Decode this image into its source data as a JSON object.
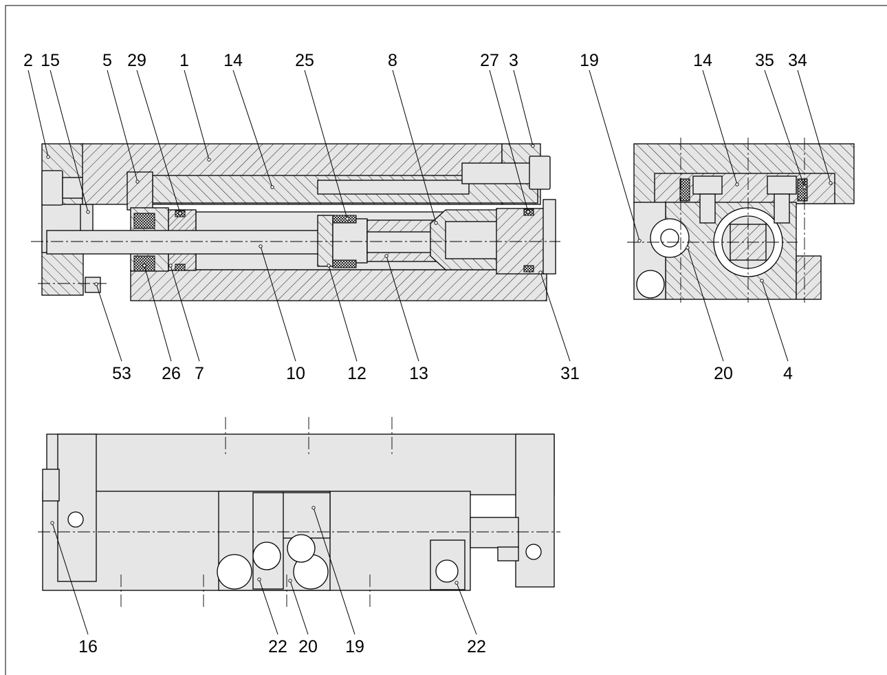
{
  "labels": {
    "top": [
      "2",
      "15",
      "5",
      "29",
      "1",
      "14",
      "25",
      "8",
      "27",
      "3",
      "19",
      "14",
      "35",
      "34"
    ],
    "middle": [
      "53",
      "26",
      "7",
      "10",
      "12",
      "13",
      "31",
      "20",
      "4"
    ],
    "bottom": [
      "16",
      "22",
      "20",
      "19",
      "22"
    ]
  },
  "colors": {
    "line": "#000000",
    "fill": "#e6e6e6",
    "background": "#ffffff"
  }
}
